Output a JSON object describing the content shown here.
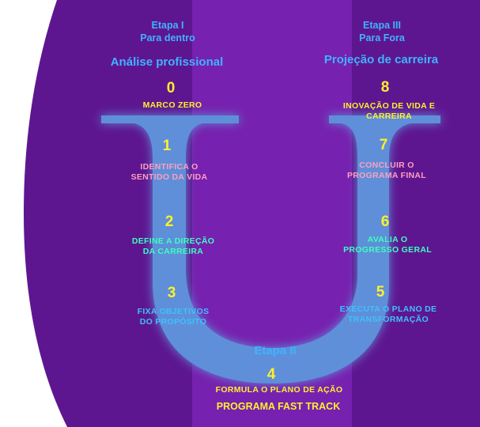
{
  "stages": {
    "left": {
      "title": "Etapa I",
      "subtitle": "Para dentro",
      "phase": "Análise profissional"
    },
    "right": {
      "title": "Etapa III",
      "subtitle": "Para Fora",
      "phase": "Projeção de carreira"
    },
    "bottom": {
      "title": "Etapa II"
    }
  },
  "steps": [
    {
      "number": "0",
      "line1": "MARCO ZERO",
      "line2": ""
    },
    {
      "number": "1",
      "line1": "IDENTIFICA O",
      "line2": "SENTIDO DA VIDA"
    },
    {
      "number": "2",
      "line1": "DEFINE A DIREÇÃO",
      "line2": "DA CARREIRA"
    },
    {
      "number": "3",
      "line1": "FIXA OBJETIVOS",
      "line2": "DO PROPÓSITO"
    },
    {
      "number": "4",
      "line1": "FORMULA O PLANO DE AÇÃO",
      "line2": ""
    },
    {
      "number": "5",
      "line1": "EXECUTA O PLANO DE",
      "line2": "TRANSFORMAÇÃO"
    },
    {
      "number": "6",
      "line1": "AVALIA O",
      "line2": "PROGRESSO GERAL"
    },
    {
      "number": "7",
      "line1": "CONCLUIR O",
      "line2": "PROGRAMA FINAL"
    },
    {
      "number": "8",
      "line1": "INOVAÇÃO DE VIDA E",
      "line2": "CARREIRA"
    }
  ],
  "program": "PROGRAMA FAST TRACK",
  "colors": {
    "background": "#5e1690",
    "center_panel": "#8a2bc8",
    "u_shape": "#5f8fd8",
    "left_curve": "#ffffff",
    "number": "#ffef2e",
    "stage_text": "#3fb3ff"
  }
}
